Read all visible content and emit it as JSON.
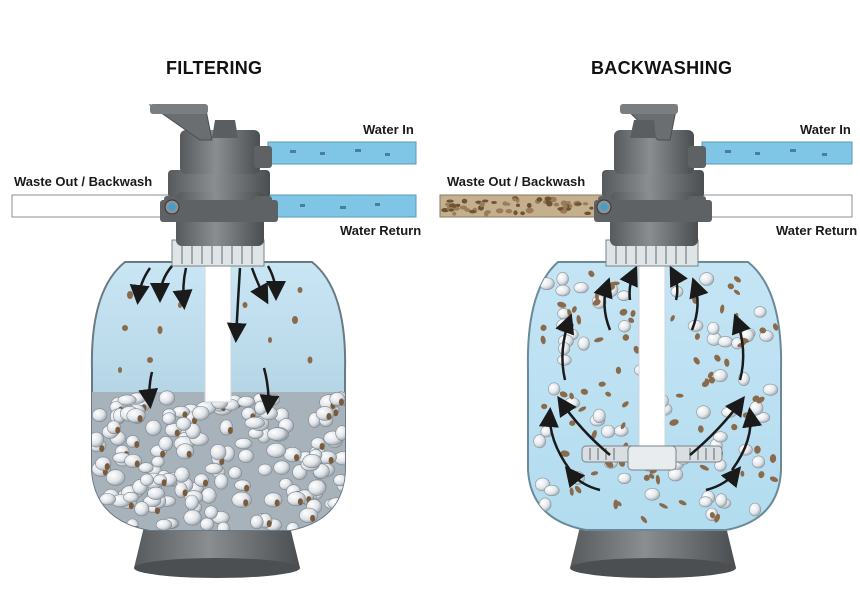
{
  "panels": [
    {
      "title": "FILTERING",
      "labels": {
        "water_in": "Water In",
        "waste_out": "Waste Out / Backwash",
        "water_return": "Water Return"
      }
    },
    {
      "title": "BACKWASHING",
      "labels": {
        "water_in": "Water In",
        "waste_out": "Waste Out / Backwash",
        "water_return": "Water Return"
      }
    }
  ],
  "colors": {
    "water": "#bfe1f3",
    "water_pipe": "#7fc6e6",
    "valve_gray": "#6a6e70",
    "valve_dark": "#4a4e50",
    "sand": "#8a6a4a",
    "pebble": "#e3e6ea",
    "arrow": "#1a1a1a"
  }
}
